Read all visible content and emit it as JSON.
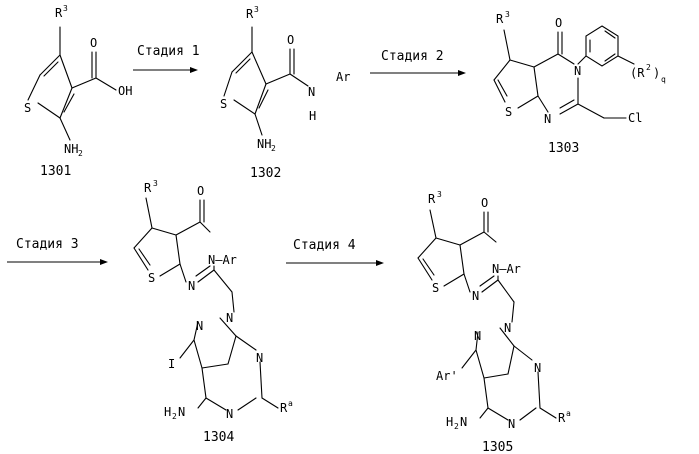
{
  "scheme": {
    "stages": [
      "Стадия 1",
      "Стадия 2",
      "Стадия 3",
      "Стадия 4"
    ],
    "compounds": [
      "1301",
      "1302",
      "1303",
      "1304",
      "1305"
    ]
  },
  "atoms": {
    "S": "S",
    "N": "N",
    "O": "O",
    "OH": "OH",
    "NH2": "NH",
    "two": "2",
    "H": "H",
    "R": "R",
    "three": "3",
    "Ar": "Ar",
    "NAr": "N—Ar",
    "Cl": "Cl",
    "R2q_open": "(R",
    "R2q_close": ")",
    "q": "q",
    "I": "I",
    "Ra": "R",
    "a": "a",
    "H2N": "H",
    "ArPrime": "Ar'"
  }
}
